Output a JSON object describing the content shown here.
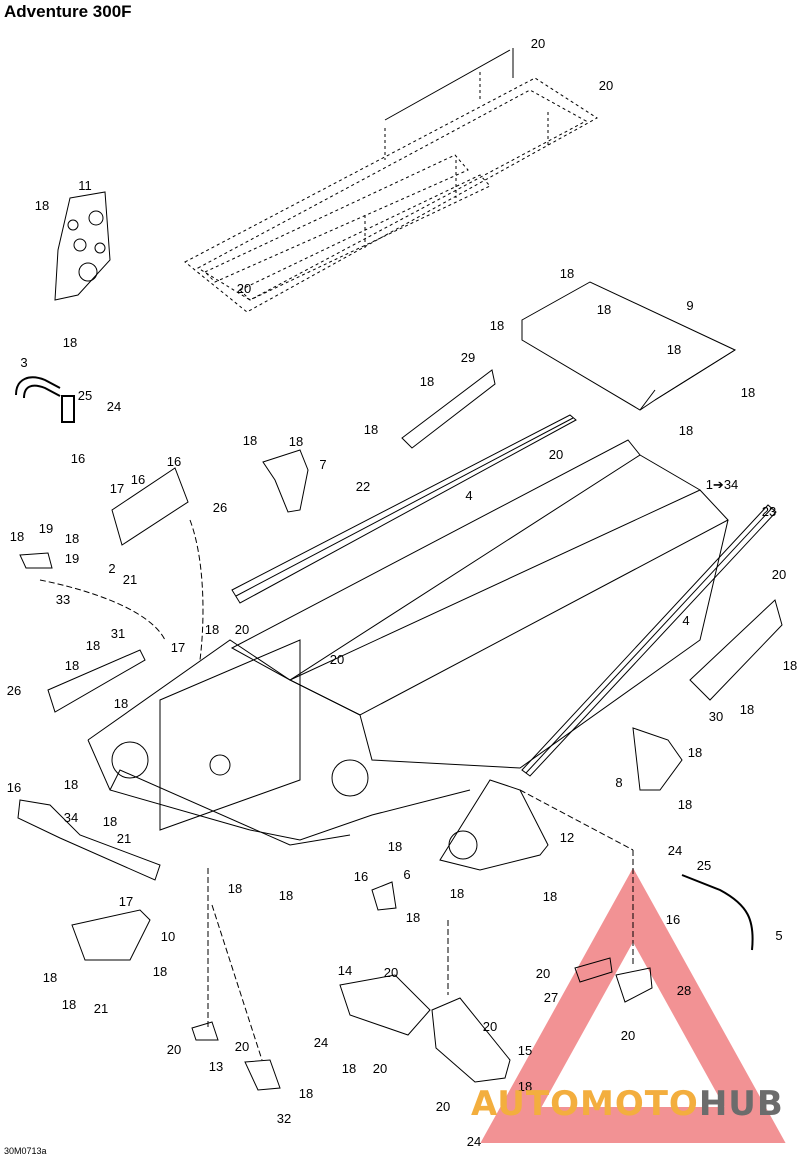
{
  "title": "Adventure 300F",
  "drawing_code": "30M0713a",
  "watermark": {
    "part1": "AUTO",
    "part2": "MOTO",
    "part3": "HUB"
  },
  "callouts": [
    {
      "t": "20"
    },
    {
      "t": "20"
    },
    {
      "t": "20"
    },
    {
      "t": "11"
    },
    {
      "t": "18"
    },
    {
      "t": "18"
    },
    {
      "t": "18"
    },
    {
      "t": "18"
    },
    {
      "t": "18"
    },
    {
      "t": "9"
    },
    {
      "t": "18"
    },
    {
      "t": "18"
    },
    {
      "t": "18"
    },
    {
      "t": "3"
    },
    {
      "t": "25"
    },
    {
      "t": "24"
    },
    {
      "t": "16"
    },
    {
      "t": "29"
    },
    {
      "t": "18"
    },
    {
      "t": "18"
    },
    {
      "t": "20"
    },
    {
      "t": "18"
    },
    {
      "t": "18"
    },
    {
      "t": "7"
    },
    {
      "t": "22"
    },
    {
      "t": "4"
    },
    {
      "t": "16"
    },
    {
      "t": "17"
    },
    {
      "t": "16"
    },
    {
      "t": "26"
    },
    {
      "t": "2"
    },
    {
      "t": "21"
    },
    {
      "t": "18"
    },
    {
      "t": "19"
    },
    {
      "t": "18"
    },
    {
      "t": "19"
    },
    {
      "t": "33"
    },
    {
      "t": "1➔34"
    },
    {
      "t": "23"
    },
    {
      "t": "20"
    },
    {
      "t": "4"
    },
    {
      "t": "18"
    },
    {
      "t": "30"
    },
    {
      "t": "18"
    },
    {
      "t": "18"
    },
    {
      "t": "31"
    },
    {
      "t": "18"
    },
    {
      "t": "26"
    },
    {
      "t": "18"
    },
    {
      "t": "17"
    },
    {
      "t": "18"
    },
    {
      "t": "20"
    },
    {
      "t": "20"
    },
    {
      "t": "8"
    },
    {
      "t": "18"
    },
    {
      "t": "18"
    },
    {
      "t": "16"
    },
    {
      "t": "18"
    },
    {
      "t": "34"
    },
    {
      "t": "18"
    },
    {
      "t": "21"
    },
    {
      "t": "17"
    },
    {
      "t": "18"
    },
    {
      "t": "16"
    },
    {
      "t": "18"
    },
    {
      "t": "18"
    },
    {
      "t": "6"
    },
    {
      "t": "18"
    },
    {
      "t": "12"
    },
    {
      "t": "18"
    },
    {
      "t": "18"
    },
    {
      "t": "24"
    },
    {
      "t": "25"
    },
    {
      "t": "16"
    },
    {
      "t": "5"
    },
    {
      "t": "10"
    },
    {
      "t": "18"
    },
    {
      "t": "18"
    },
    {
      "t": "18"
    },
    {
      "t": "21"
    },
    {
      "t": "14"
    },
    {
      "t": "20"
    },
    {
      "t": "24"
    },
    {
      "t": "18"
    },
    {
      "t": "20"
    },
    {
      "t": "20"
    },
    {
      "t": "27"
    },
    {
      "t": "28"
    },
    {
      "t": "20"
    },
    {
      "t": "20"
    },
    {
      "t": "15"
    },
    {
      "t": "18"
    },
    {
      "t": "20"
    },
    {
      "t": "24"
    },
    {
      "t": "20"
    },
    {
      "t": "13"
    },
    {
      "t": "20"
    },
    {
      "t": "18"
    },
    {
      "t": "32"
    }
  ]
}
